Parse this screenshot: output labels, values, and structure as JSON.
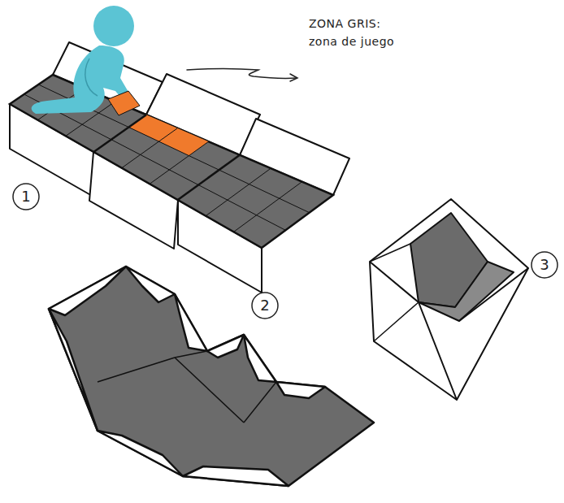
{
  "diagram": {
    "labels": [
      "ZONA GRIS: zona de juego",
      "1",
      "2",
      "3"
    ]
  }
}
